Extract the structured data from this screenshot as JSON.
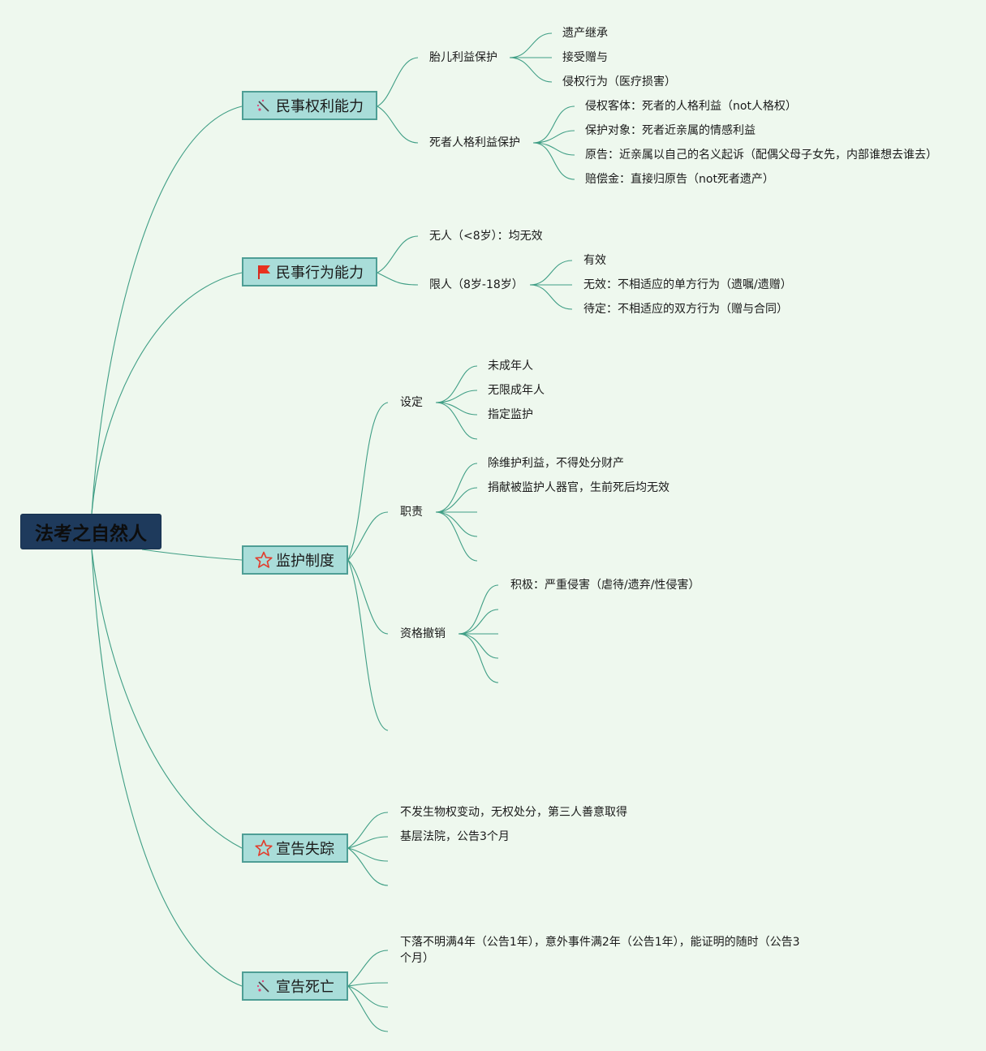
{
  "root": "法考之自然人",
  "branches": [
    {
      "label": "民事权利能力",
      "icon": "wand-icon"
    },
    {
      "label": "民事行为能力",
      "icon": "red-flag-icon"
    },
    {
      "label": "监护制度",
      "icon": "star-outline-icon"
    },
    {
      "label": "宣告失踪",
      "icon": "star-outline-icon"
    },
    {
      "label": "宣告死亡",
      "icon": "wand-icon"
    }
  ],
  "texts": {
    "fetal": "胎儿利益保护",
    "inherit": "遗产继承",
    "gift": "接受赠与",
    "tort": "侵权行为（医疗损害）",
    "deceased": "死者人格利益保护",
    "d1": "侵权客体：死者的人格利益（not人格权）",
    "d2": "保护对象：死者近亲属的情感利益",
    "d3": "原告：近亲属以自己的名义起诉（配偶父母子女先，内部谁想去谁去）",
    "d4": "赔偿金：直接归原告（not死者遗产）",
    "none": "无人（<8岁）：均无效",
    "limited": "限人（8岁-18岁）",
    "l1": "有效",
    "l2": "无效：不相适应的单方行为（遗嘱/遗赠）",
    "l3": "待定：不相适应的双方行为（赠与合同）",
    "setup": "设定",
    "s1": "未成年人",
    "s2": "无限成年人",
    "s3": "指定监护",
    "duty": "职责",
    "du1": "除维护利益，不得处分财产",
    "du2": "捐献被监护人器官，生前死后均无效",
    "revoke": "资格撤销",
    "r1": "积极：严重侵害（虐待/遗弃/性侵害）",
    "m1": "不发生物权变动，无权处分，第三人善意取得",
    "m2": "基层法院，公告3个月",
    "dd1": "下落不明满4年（公告1年），意外事件满2年（公告1年），能证明的随时（公告3个月）"
  },
  "colors": {
    "line": "#3f9e85",
    "node_fill": "#a9ddd9",
    "root_fill": "#1e3a5c",
    "background": "#eef8ee"
  }
}
